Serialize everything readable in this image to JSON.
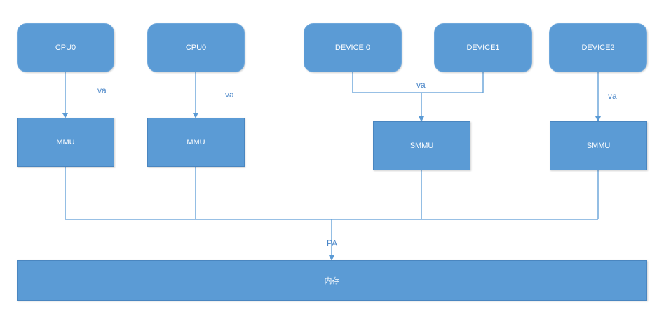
{
  "diagram": {
    "colors": {
      "node_fill": "#5b9bd5",
      "line": "#5b9bd5",
      "label": "#4a86c8",
      "node_text": "#ffffff"
    },
    "nodes": {
      "cpu0_a": "CPU0",
      "cpu0_b": "CPU0",
      "device0": "DEVICE 0",
      "device1": "DEVICE1",
      "device2": "DEVICE2",
      "mmu_a": "MMU",
      "mmu_b": "MMU",
      "smmu_a": "SMMU",
      "smmu_b": "SMMU",
      "memory": "内存"
    },
    "edge_labels": {
      "va_cpu0_a": "va",
      "va_cpu0_b": "va",
      "va_devices": "va",
      "va_device2": "va",
      "pa": "PA"
    }
  }
}
